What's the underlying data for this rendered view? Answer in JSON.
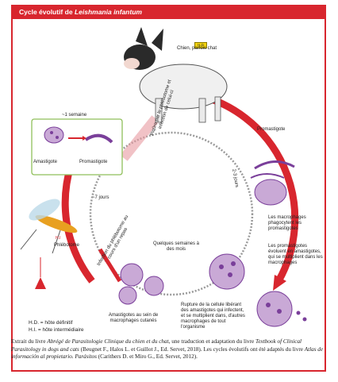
{
  "header": {
    "title_prefix": "Cycle évolutif de",
    "title_species": "Leishmania infantum"
  },
  "host_badge": "H.D",
  "labels": {
    "dog": "Chien, parfois chat",
    "sandfly_bite_up": "Piqûre par le phlébotome et infection de celui-ci",
    "one_week": "~1 semaine",
    "amastigote": "Amastigote",
    "promastigote": "Promastigote",
    "promastigote_right": "Promastigote",
    "seven_days": "~7 jours",
    "two_three_days": "2-3 jours",
    "macrophages_phago": "Les macrophages phagocytent les promastigotes",
    "promastigotes_evolve": "Les promastigotes évoluent en amastigotes, qui se multiplient dans les macrophages",
    "some_weeks": "Quelques semaines à des mois",
    "sandfly_infection": "Infection du phlébotome au cours d'un repas",
    "sandfly_badge": "H.I",
    "sandfly": "Phlébotome",
    "amastigotes_in": "Amastigotes au sein de macrophages cutanés",
    "cell_rupture": "Rupture de la cellule libérant des amastigotes qui infectent, et se multiplient dans, d'autres macrophages de tout l'organisme",
    "legend_hd": "H.D. = hôte définitif",
    "legend_hi": "H.I. = hôte intermédiaire"
  },
  "caption": {
    "part1": "Extrait du livre ",
    "book1": "Abrégé de Parasitologie Clinique du chien et du chat",
    "part2": ", une traduction et adaptation du livre ",
    "book2": "Textbook of Clinical Parasitology in dogs and cats",
    "part3": " (Beugnet F., Halos L. et Guillot J., Ed. Servet, 2018). Les cycles évolutifs ont été adaptés du livre ",
    "book3": "Atlas de información al propietario. Parásitos",
    "part4": " (Carithers D. et Miro G., Ed. Servet, 2012)."
  },
  "colors": {
    "red": "#d8262e",
    "cell": "#c9a9d6",
    "parasite": "#7a3f9a",
    "box_green": "#8fbf5a"
  }
}
